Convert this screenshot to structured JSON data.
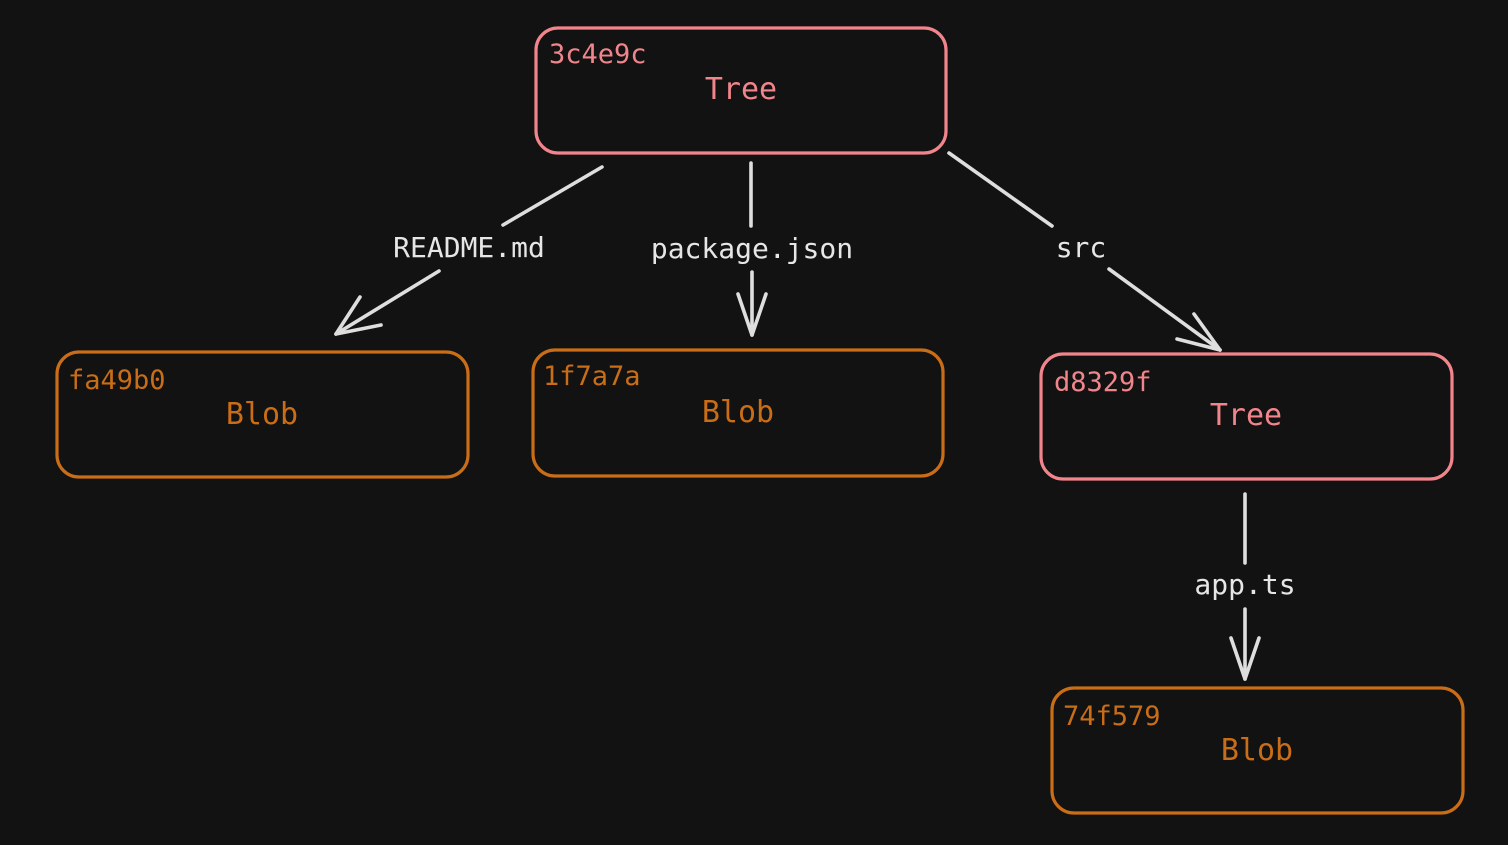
{
  "nodes": {
    "root_tree": {
      "hash": "3c4e9c",
      "kind": "Tree"
    },
    "readme_blob": {
      "hash": "fa49b0",
      "kind": "Blob"
    },
    "package_blob": {
      "hash": "1f7a7a",
      "kind": "Blob"
    },
    "src_tree": {
      "hash": "d8329f",
      "kind": "Tree"
    },
    "app_blob": {
      "hash": "74f579",
      "kind": "Blob"
    }
  },
  "edges": {
    "readme": {
      "label": "README.md"
    },
    "package": {
      "label": "package.json"
    },
    "src": {
      "label": "src"
    },
    "app": {
      "label": "app.ts"
    }
  },
  "colors": {
    "background": "#121212",
    "tree": "#f2858c",
    "blob": "#c96d17",
    "edge": "#dedede"
  }
}
